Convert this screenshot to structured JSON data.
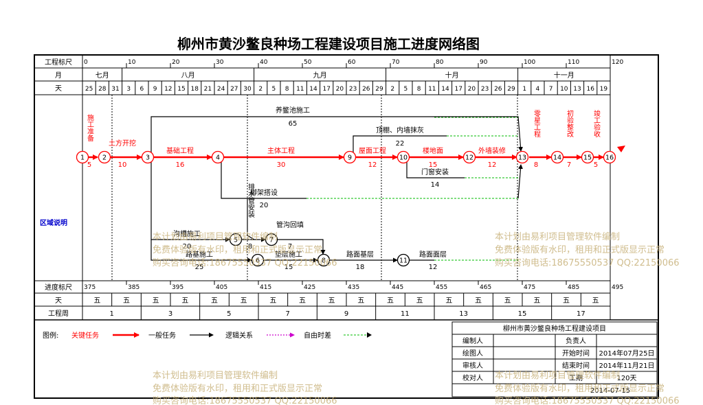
{
  "title": "柳州市黄沙鳖良种场工程建设项目施工进度网络图",
  "scale": {
    "top_label": "工程标尺",
    "top_ticks": [
      "0",
      "10",
      "20",
      "30",
      "40",
      "50",
      "60",
      "70",
      "80",
      "90",
      "100",
      "110",
      "120"
    ],
    "month_label": "月",
    "months": [
      "七月",
      "八月",
      "九月",
      "十月",
      "十一月"
    ],
    "day_label": "天",
    "days": [
      "25",
      "28",
      "31",
      "3",
      "6",
      "9",
      "12",
      "15",
      "18",
      "21",
      "24",
      "27",
      "30",
      "2",
      "5",
      "8",
      "11",
      "14",
      "17",
      "20",
      "23",
      "26",
      "29",
      "2",
      "5",
      "8",
      "11",
      "14",
      "17",
      "20",
      "23",
      "26",
      "29",
      "1",
      "4",
      "7",
      "10",
      "13",
      "16",
      "19"
    ],
    "progress_label": "进度标尺",
    "progress_ticks": [
      "375",
      "385",
      "395",
      "405",
      "415",
      "425",
      "435",
      "445",
      "455",
      "465",
      "475",
      "485",
      "495"
    ],
    "weekday_label": "天",
    "weekday_char": "五",
    "week_label": "工程周",
    "weeks": [
      "1",
      "3",
      "5",
      "7",
      "9",
      "11",
      "13",
      "15",
      "17"
    ]
  },
  "region_label": "区域说明",
  "nodes": [
    "1",
    "2",
    "3",
    "4",
    "5",
    "6",
    "7",
    "8",
    "9",
    "10",
    "11",
    "12",
    "13",
    "14",
    "15",
    "16"
  ],
  "tasks": {
    "t1": {
      "name": "施工准备",
      "dur": "5"
    },
    "t2": {
      "name": "土方开挖",
      "dur": "10"
    },
    "t3": {
      "name": "基础工程",
      "dur": "16"
    },
    "t4": {
      "name": "主体工程",
      "dur": "30"
    },
    "t5": {
      "name": "屋面工程",
      "dur": "12"
    },
    "t6": {
      "name": "楼地面",
      "dur": "15"
    },
    "t7": {
      "name": "外墙装修",
      "dur": "12"
    },
    "t8": {
      "name": "零星工程",
      "dur": "8"
    },
    "t9": {
      "name": "初验整改",
      "dur": "7"
    },
    "t10": {
      "name": "竣工验收",
      "dur": "5"
    },
    "t11": {
      "name": "养鳖池施工",
      "dur": "65"
    },
    "t12": {
      "name": "顶棚、内墙抹灰",
      "dur": "22"
    },
    "t13": {
      "name": "门窗安装",
      "dur": "14"
    },
    "t14": {
      "name": "脚架搭设",
      "dur": "20"
    },
    "t15": {
      "name": "排水管安装",
      "dur": "8"
    },
    "t16": {
      "name": "沟槽施工",
      "dur": "20"
    },
    "t17": {
      "name": "管沟回填",
      "dur": "7"
    },
    "t18": {
      "name": "路基施工",
      "dur": "25"
    },
    "t19": {
      "name": "垫层施工",
      "dur": "15"
    },
    "t20": {
      "name": "路面基层",
      "dur": "18"
    },
    "t21": {
      "name": "路面面层",
      "dur": "12"
    }
  },
  "legend": {
    "label": "图例:",
    "critical": "关键任务",
    "normal": "一般任务",
    "logic": "逻辑关系",
    "float": "自由时差"
  },
  "info": {
    "project": "柳州市黄沙鳖良种场工程建设项目",
    "editor_label": "编制人",
    "owner_label": "负责人",
    "drawer_label": "绘图人",
    "start_label": "开始时间",
    "start_value": "2014年07月25日",
    "reviewer_label": "审核人",
    "end_label": "结束时间",
    "end_value": "2014年11月21日",
    "checker_label": "校对人",
    "duration_label": "工期",
    "duration_value": "120天",
    "date": "2014-07-15"
  },
  "watermark": {
    "line1": "本计划由易利项目管理软件编制",
    "line2": "免费体验版有水印，租用和正式版显示正常",
    "line3": "购买咨询电话:18675550537 QQ:22150066"
  },
  "colors": {
    "critical": "#ff0000",
    "normal": "#000000",
    "logic": "#cc00cc",
    "float": "#00bb00",
    "region": "#0000cc",
    "watermark": "#c8b27a"
  }
}
